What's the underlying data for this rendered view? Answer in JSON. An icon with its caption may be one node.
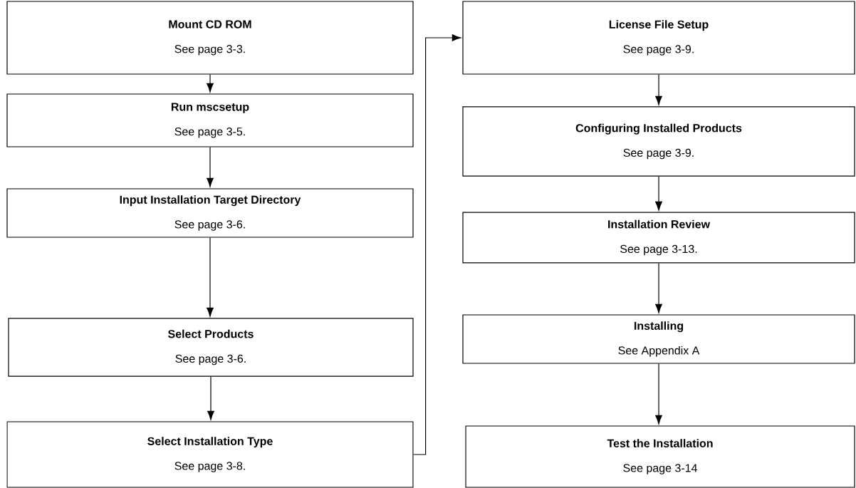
{
  "diagram": {
    "nodes": [
      {
        "text": [
          "Mount CD ROM",
          "See page 3-3."
        ]
      },
      {
        "text": [
          "Run mscsetup",
          "See page 3-5."
        ]
      },
      {
        "text": [
          "Input Installation Target Directory",
          "See page 3-6."
        ]
      },
      {
        "text": [
          "Select Products",
          "See page 3-6."
        ]
      },
      {
        "text": [
          "Select Installation Type",
          "See page 3-8."
        ]
      },
      {
        "text": [
          "License File Setup",
          "See page 3-9."
        ]
      },
      {
        "text": [
          "Configuring Installed Products",
          "See page 3-9."
        ]
      },
      {
        "text": [
          "Installation Review",
          "See page 3-13."
        ]
      },
      {
        "text": [
          "Installing",
          "See Appendix A"
        ]
      },
      {
        "text": [
          "Test the Installation",
          "See page 3-14"
        ]
      }
    ],
    "edges": [
      {
        "from": 0,
        "to": 1,
        "arrow": "to"
      },
      {
        "from": 1,
        "to": 2,
        "arrow": "to"
      },
      {
        "from": 2,
        "to": 3,
        "arrow": "to"
      },
      {
        "from": 3,
        "to": 4,
        "arrow": "to"
      },
      {
        "from": 4,
        "to": 5,
        "arrow": "to"
      },
      {
        "from": 5,
        "to": 6,
        "arrow": "to"
      },
      {
        "from": 6,
        "to": 7,
        "arrow": "to"
      },
      {
        "from": 7,
        "to": 8,
        "arrow": "to"
      },
      {
        "from": 8,
        "to": 9,
        "arrow": "to"
      }
    ]
  }
}
